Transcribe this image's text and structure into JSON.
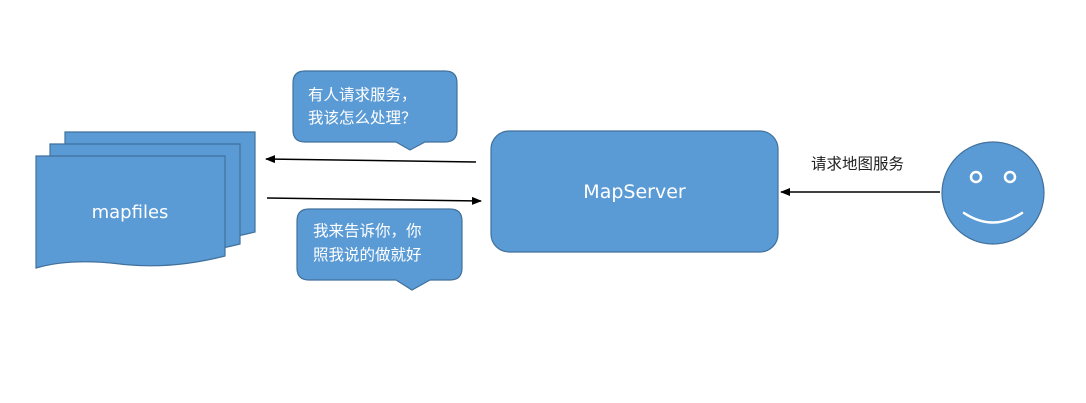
{
  "nodes": {
    "mapfiles": {
      "label": "mapfiles"
    },
    "mapserver": {
      "label": "MapServer"
    }
  },
  "bubbles": {
    "question": {
      "line1": "有人请求服务，",
      "line2": "我该怎么处理？"
    },
    "answer": {
      "line1": "我来告诉你，你",
      "line2": "照我说的做就好"
    }
  },
  "edges": {
    "request_label": "请求地图服务"
  },
  "colors": {
    "shape_fill": "#5b9bd5",
    "shape_stroke": "#41719c",
    "arrow": "#000000"
  },
  "icons": {
    "user": "smiley-face-icon"
  }
}
